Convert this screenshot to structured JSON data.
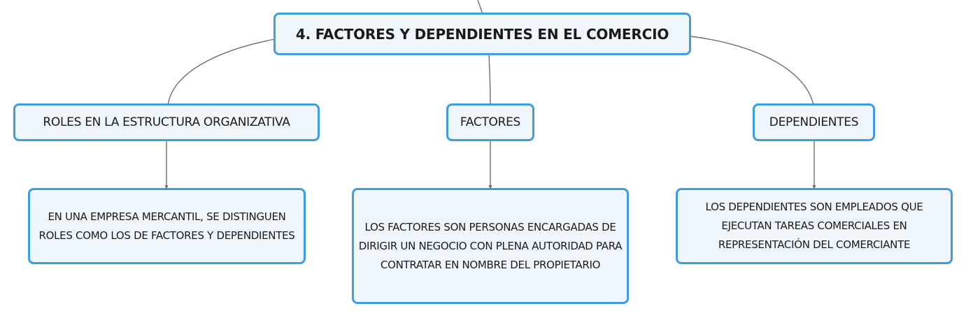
{
  "diagram": {
    "root": {
      "label": "4. FACTORES Y DEPENDIENTES EN EL COMERCIO"
    },
    "branches": [
      {
        "label": "ROLES EN LA ESTRUCTURA ORGANIZATIVA",
        "detail": "EN UNA EMPRESA MERCANTIL, SE DISTINGUEN ROLES COMO LOS DE FACTORES Y DEPENDIENTES"
      },
      {
        "label": "FACTORES",
        "detail": "LOS FACTORES SON PERSONAS ENCARGADAS DE DIRIGIR UN NEGOCIO CON PLENA AUTORIDAD PARA CONTRATAR EN NOMBRE DEL PROPIETARIO"
      },
      {
        "label": "DEPENDIENTES",
        "detail": "LOS DEPENDIENTES SON EMPLEADOS QUE EJECUTAN TAREAS COMERCIALES EN REPRESENTACIÓN DEL COMERCIANTE"
      }
    ]
  },
  "colors": {
    "node_border": "#3d9de0",
    "node_fill": "#eef6fc",
    "connector": "#6f6f6f"
  }
}
